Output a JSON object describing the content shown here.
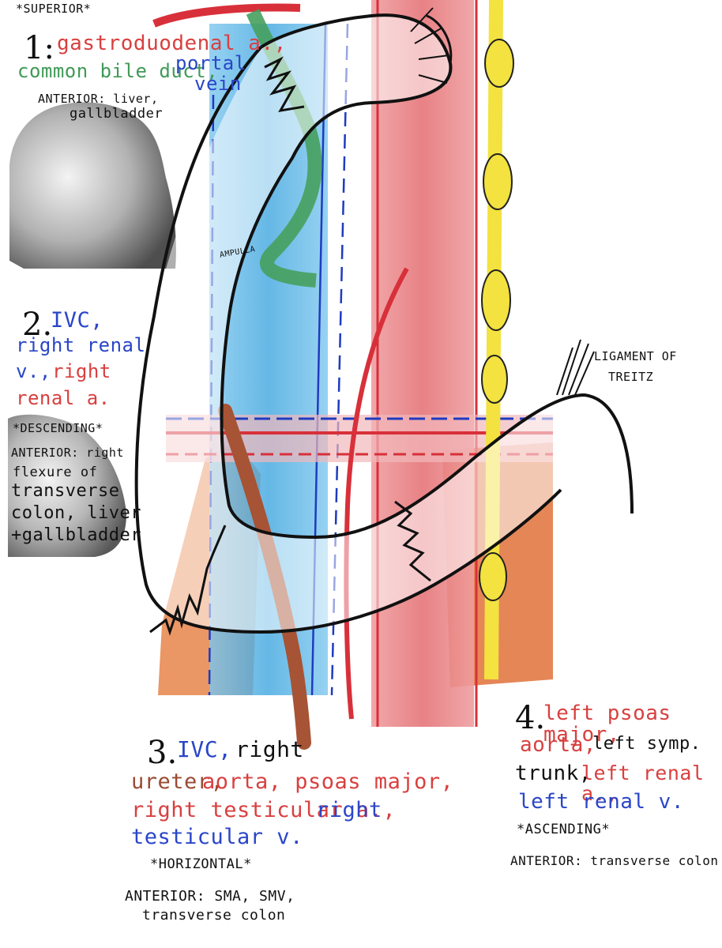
{
  "superior_header": "*SUPERIOR*",
  "section1": {
    "number": "1:",
    "line1_red": "gastroduodenal a.,",
    "line2_green": "common bile duct,",
    "line2_blue": "portal",
    "line3_blue": "vein",
    "anterior": "ANTERIOR: liver,",
    "anterior2": "gallbladder"
  },
  "ampulla_label": "AMPULLA",
  "section2": {
    "number": "2.",
    "ivc": "IVC,",
    "right_renal": "right renal",
    "v": "v.,",
    "right": "right",
    "renal_a": "renal a.",
    "descending": "*DESCENDING*",
    "anterior1": "ANTERIOR: right",
    "anterior2": "flexure of",
    "anterior3": "transverse",
    "anterior4": "colon, liver",
    "anterior5": "+gallbladder"
  },
  "ligament": {
    "line1": "LIGAMENT OF",
    "line2": "TREITZ"
  },
  "section3": {
    "number": "3.",
    "ivc": "IVC,",
    "right": "right",
    "ureter": "ureter,",
    "aorta_psoas": "aorta, psoas major,",
    "right_test_a": "right testicular a.,",
    "right2": "right",
    "test_v": "testicular v.",
    "horizontal": "*HORIZONTAL*",
    "anterior1": "ANTERIOR: SMA, SMV,",
    "anterior2": "transverse colon"
  },
  "section4": {
    "number": "4.",
    "left_psoas": "left psoas major,",
    "aorta": "aorta,",
    "left_symp": "left symp.",
    "trunk": "trunk,",
    "left_renal_a": "left renal a.,",
    "left_renal_v": "left renal v.",
    "ascending": "*ASCENDING*",
    "anterior": "ANTERIOR: transverse colon"
  },
  "colors": {
    "ivc": "#4fb2e6",
    "aorta": "#e0555a",
    "psoas": "#e0713a",
    "bile_duct": "#46a05d",
    "sympathetic": "#f3e23f",
    "ureter": "#a75336",
    "liver": "#8a8a8a"
  }
}
